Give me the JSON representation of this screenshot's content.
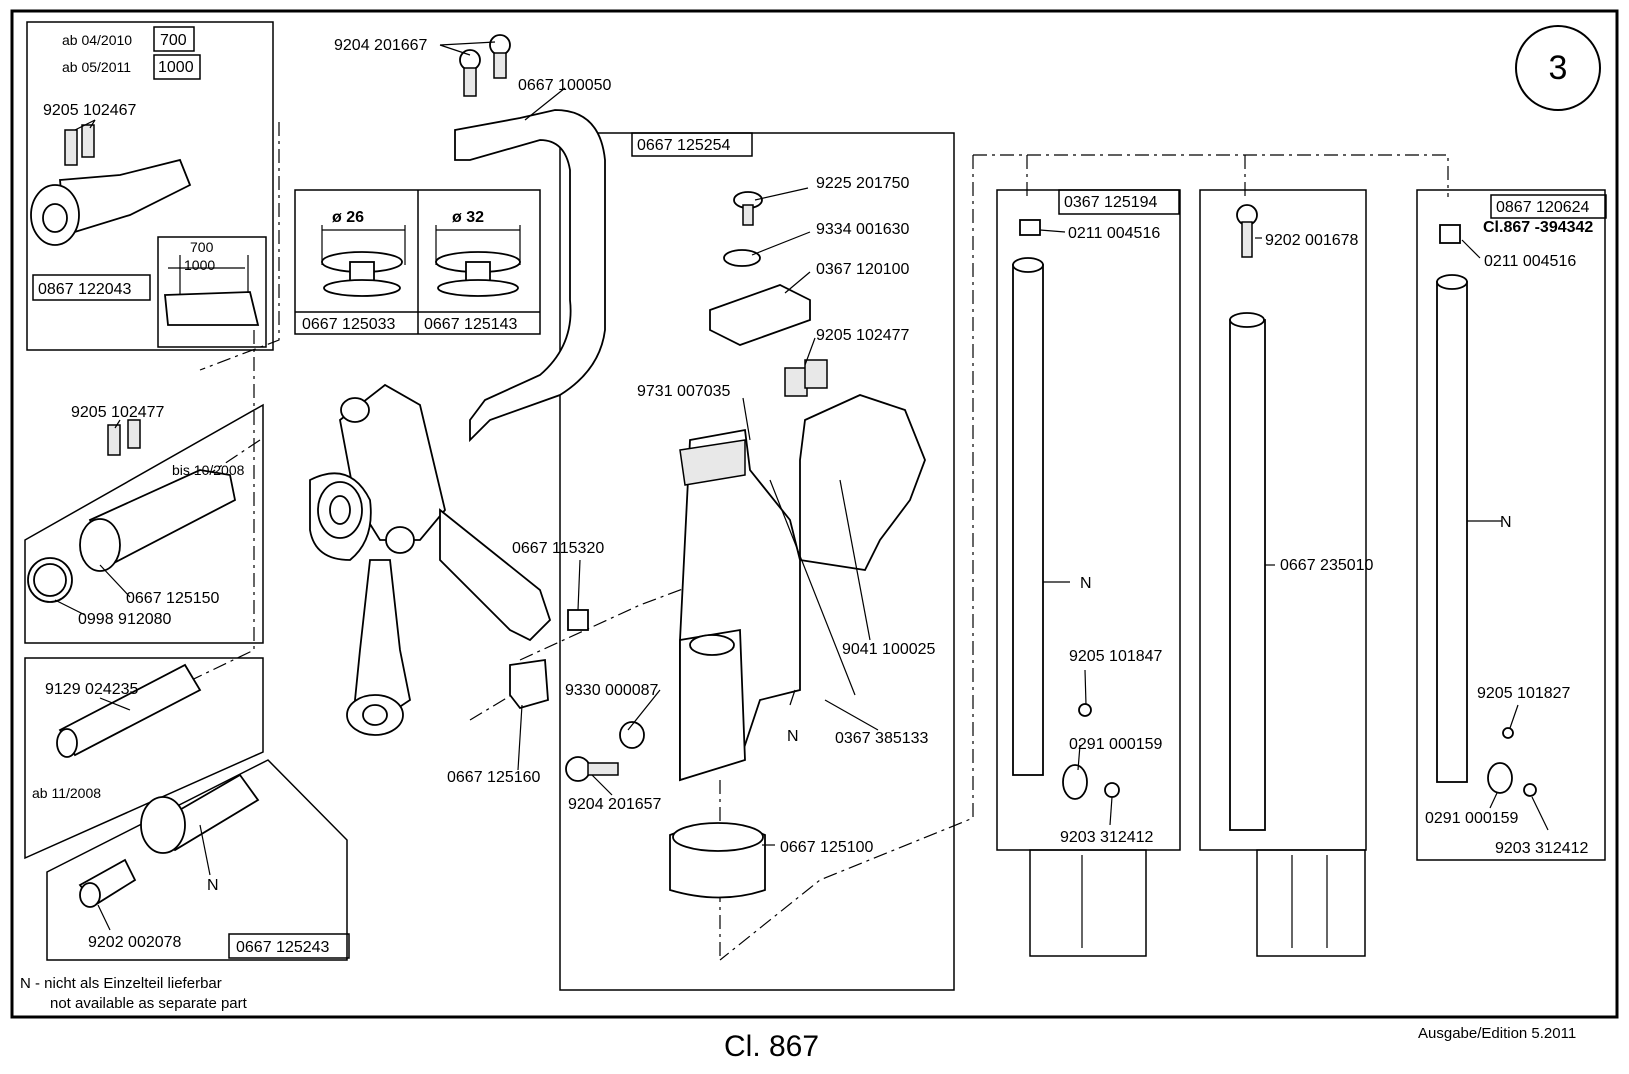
{
  "page_number": "3",
  "title": "Cl. 867",
  "edition": "Ausgabe/Edition  5.2011",
  "footnote": {
    "de": "N - nicht als Einzelteil lieferbar",
    "en": "not available as separate part"
  },
  "n_marker": "N",
  "variants": {
    "ab_04_2010": "ab 04/2010",
    "v700": "700",
    "ab_05_2011": "ab 05/2011",
    "v1000": "1000",
    "dim_700": "700",
    "dim_1000": "1000",
    "bis_10_2008": "bis 10/2008",
    "ab_11_2008": "ab 11/2008",
    "d26": "ø 26",
    "d32": "ø 32",
    "cl_867_394342": "Cl.867 -394342"
  },
  "parts": {
    "p9205_102467": "9205 102467",
    "p0867_122043": "0867 122043",
    "p9204_201667": "9204 201667",
    "p0667_100050": "0667 100050",
    "p0667_125033": "0667 125033",
    "p0667_125143": "0667 125143",
    "p9205_102477a": "9205 102477",
    "p0667_125150": "0667 125150",
    "p0998_912080": "0998 912080",
    "p9129_024235": "9129 024235",
    "p9202_002078": "9202 002078",
    "p0667_125243": "0667 125243",
    "p0667_115320": "0667 115320",
    "p0667_125160": "0667 125160",
    "p0667_125254": "0667 125254",
    "p9225_201750": "9225 201750",
    "p9334_001630": "9334 001630",
    "p0367_120100": "0367 120100",
    "p9205_102477b": "9205 102477",
    "p9731_007035": "9731 007035",
    "p9330_000087": "9330 000087",
    "p9204_201657": "9204 201657",
    "p9041_100025": "9041 100025",
    "p0367_385133": "0367 385133",
    "p0667_125100": "0667 125100",
    "p0367_125194": "0367 125194",
    "p0211_004516a": "0211 004516",
    "p9205_101847": "9205 101847",
    "p0291_000159a": "0291 000159",
    "p9203_312412a": "9203 312412",
    "p9202_001678": "9202 001678",
    "p0667_235010": "0667 235010",
    "p0867_120624": "0867 120624",
    "p0211_004516b": "0211 004516",
    "p9205_101827": "9205 101827",
    "p0291_000159b": "0291 000159",
    "p9203_312412b": "9203 312412"
  }
}
